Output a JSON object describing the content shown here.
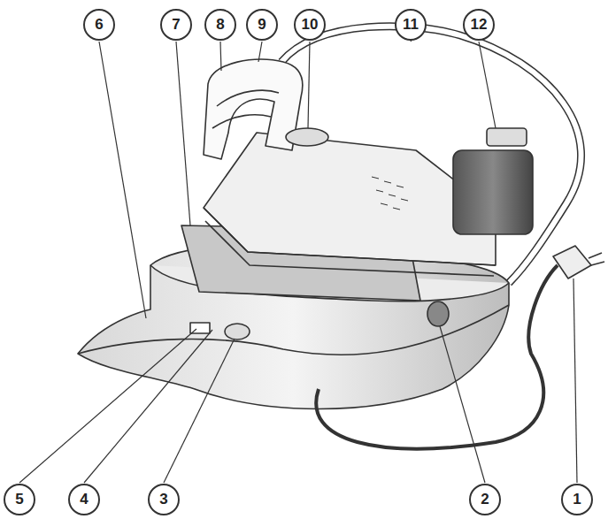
{
  "diagram": {
    "labels": [
      "6",
      "7",
      "8",
      "9",
      "10",
      "11",
      "12",
      "5",
      "4",
      "3",
      "2",
      "1"
    ]
  }
}
